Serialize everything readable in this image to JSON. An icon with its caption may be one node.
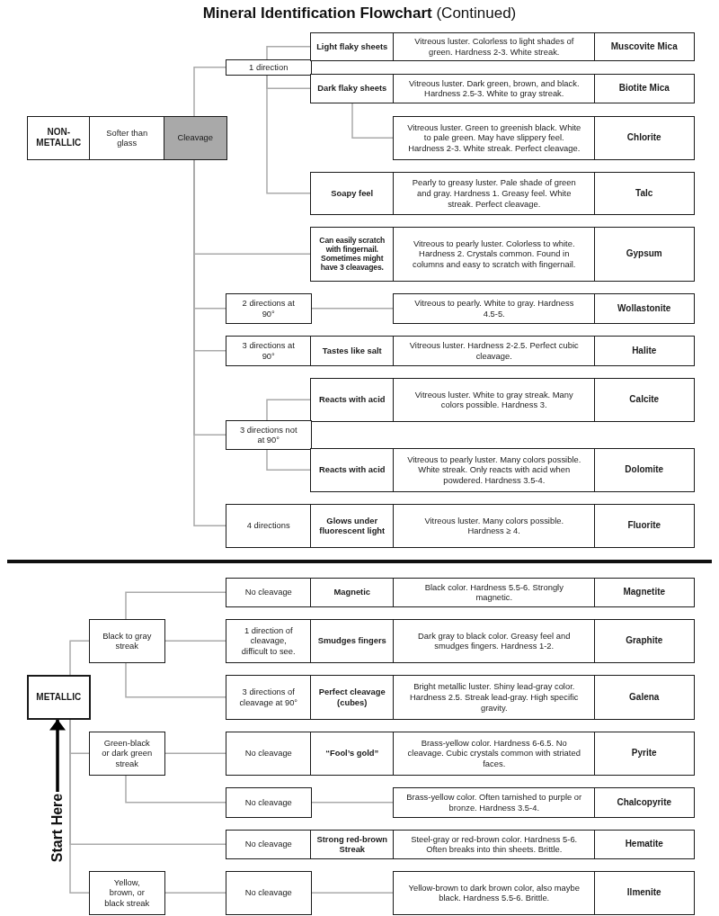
{
  "diagram": {
    "title": "**Mineral Identification Flowchart** (Continued)",
    "nodes": [
      {
        "text": [
          "NON-METALLIC"
        ]
      },
      {
        "text": [
          "Softer than glass"
        ]
      },
      {
        "text": [
          "Cleavage"
        ]
      },
      {
        "text": [
          "1 direction"
        ]
      },
      {
        "text": [
          "Light flaky sheets"
        ]
      },
      {
        "text": [
          "Vitreous luster. Colorless to light shades of green. Hardness 2-3. White streak."
        ]
      },
      {
        "text": [
          "Muscovite Mica"
        ]
      },
      {
        "text": [
          "Dark flaky sheets"
        ]
      },
      {
        "text": [
          "Vitreous luster. Dark green, brown, and black. Hardness 2.5-3. White to gray streak."
        ]
      },
      {
        "text": [
          "Biotite Mica"
        ]
      },
      {
        "text": [
          "Vitreous luster. Green to greenish black. White to pale green. May have slippery feel. Hardness 2-3. White streak. Perfect cleavage."
        ]
      },
      {
        "text": [
          "Chlorite"
        ]
      },
      {
        "text": [
          "Soapy feel"
        ]
      },
      {
        "text": [
          "Pearly to greasy luster. Pale shade of green and gray. Hardness 1. Greasy feel. White streak. Perfect cleavage."
        ]
      },
      {
        "text": [
          "Talc"
        ]
      },
      {
        "text": [
          "Can easily scratch with fingernail. Sometimes might have 3 cleavages."
        ]
      },
      {
        "text": [
          "Vitreous to pearly luster. Colorless to white. Hardness 2. Crystals common. Found in columns and easy to scratch with fingernail."
        ]
      },
      {
        "text": [
          "Gypsum"
        ]
      },
      {
        "text": [
          "2 directions at 90°"
        ]
      },
      {
        "text": [
          "Vitreous to pearly. White to gray. Hardness 4.5-5."
        ]
      },
      {
        "text": [
          "Wollastonite"
        ]
      },
      {
        "text": [
          "3 directions at 90°"
        ]
      },
      {
        "text": [
          "Tastes like salt"
        ]
      },
      {
        "text": [
          "Vitreous luster. Hardness 2-2.5. Perfect cubic cleavage."
        ]
      },
      {
        "text": [
          "Halite"
        ]
      },
      {
        "text": [
          "Reacts with acid"
        ]
      },
      {
        "text": [
          "Vitreous luster. White to gray streak. Many colors possible. Hardness 3."
        ]
      },
      {
        "text": [
          "Calcite"
        ]
      },
      {
        "text": [
          "3 directions not at 90°"
        ]
      },
      {
        "text": [
          "Reacts with acid"
        ]
      },
      {
        "text": [
          "Vitreous to pearly luster. Many colors possible. White streak. Only reacts with acid when powdered. Hardness 3.5-4."
        ]
      },
      {
        "text": [
          "Dolomite"
        ]
      },
      {
        "text": [
          "4 directions"
        ]
      },
      {
        "text": [
          "Glows under fluorescent light"
        ]
      },
      {
        "text": [
          "Vitreous luster. Many colors possible. Hardness ≥ 4."
        ]
      },
      {
        "text": [
          "Fluorite"
        ]
      },
      {
        "text": [
          "No cleavage"
        ]
      },
      {
        "text": [
          "Magnetic"
        ]
      },
      {
        "text": [
          "Black color. Hardness 5.5-6. Strongly magnetic."
        ]
      },
      {
        "text": [
          "Magnetite"
        ]
      },
      {
        "text": [
          "Black to gray streak"
        ]
      },
      {
        "text": [
          "1 direction of cleavage, difficult to see."
        ]
      },
      {
        "text": [
          "Smudges fingers"
        ]
      },
      {
        "text": [
          "Dark gray to black color. Greasy feel and smudges fingers. Hardness 1-2."
        ]
      },
      {
        "text": [
          "Graphite"
        ]
      },
      {
        "text": [
          "METALLIC"
        ]
      },
      {
        "text": [
          "3 directions of cleavage at 90°"
        ]
      },
      {
        "text": [
          "Perfect cleavage (cubes)"
        ]
      },
      {
        "text": [
          "Bright metallic luster. Shiny lead-gray color. Hardness 2.5. Streak lead-gray. High specific gravity."
        ]
      },
      {
        "text": [
          "Galena"
        ]
      },
      {
        "text": [
          "Green-black or dark green streak"
        ]
      },
      {
        "text": [
          "No cleavage"
        ]
      },
      {
        "text": [
          "“Fool’s gold”"
        ]
      },
      {
        "text": [
          "Brass-yellow color. Hardness 6-6.5. No cleavage. Cubic crystals common with striated faces."
        ]
      },
      {
        "text": [
          "Pyrite"
        ]
      },
      {
        "text": [
          "No cleavage"
        ]
      },
      {
        "text": [
          "Brass-yellow color. Often tarnished to purple or bronze. Hardness 3.5-4."
        ]
      },
      {
        "text": [
          "Chalcopyrite"
        ]
      },
      {
        "text": [
          "Start Here"
        ]
      },
      {
        "text": [
          "No cleavage"
        ]
      },
      {
        "text": [
          "Strong red-brown Streak"
        ]
      },
      {
        "text": [
          "Steel-gray or red-brown color. Hardness 5-6. Often breaks into thin sheets. Brittle."
        ]
      },
      {
        "text": [
          "Hematite"
        ]
      },
      {
        "text": [
          "Yellow, brown, or black streak"
        ]
      },
      {
        "text": [
          "No cleavage"
        ]
      },
      {
        "text": [
          "Yellow-brown to dark brown color, also maybe black. Hardness 5.5-6. Brittle."
        ]
      },
      {
        "text": [
          "Ilmenite"
        ]
      }
    ],
    "edges": [
      {
        "from": 2,
        "to": 3,
        "arrow": "none"
      },
      {
        "from": 3,
        "to": 4,
        "arrow": "none"
      },
      {
        "from": 3,
        "to": 7,
        "arrow": "none"
      },
      {
        "from": 3,
        "to": 12,
        "arrow": "none"
      },
      {
        "from": 7,
        "to": 10,
        "arrow": "none"
      },
      {
        "from": 2,
        "to": 15,
        "arrow": "none"
      },
      {
        "from": 2,
        "to": 18,
        "arrow": "none"
      },
      {
        "from": 18,
        "to": 19,
        "arrow": "none"
      },
      {
        "from": 2,
        "to": 21,
        "arrow": "none"
      },
      {
        "from": 2,
        "to": 28,
        "arrow": "none"
      },
      {
        "from": 28,
        "to": 25,
        "arrow": "none"
      },
      {
        "from": 28,
        "to": 29,
        "arrow": "none"
      },
      {
        "from": 2,
        "to": 32,
        "arrow": "none"
      },
      {
        "from": 45,
        "to": 40,
        "arrow": "none"
      },
      {
        "from": 45,
        "to": 50,
        "arrow": "none"
      },
      {
        "from": 45,
        "to": 59,
        "arrow": "none"
      },
      {
        "from": 45,
        "to": 63,
        "arrow": "none"
      },
      {
        "from": 40,
        "to": 36,
        "arrow": "none"
      },
      {
        "from": 40,
        "to": 41,
        "arrow": "none"
      },
      {
        "from": 40,
        "to": 46,
        "arrow": "none"
      },
      {
        "from": 50,
        "to": 51,
        "arrow": "none"
      },
      {
        "from": 50,
        "to": 55,
        "arrow": "none"
      },
      {
        "from": 55,
        "to": 56,
        "arrow": "none"
      },
      {
        "from": 63,
        "to": 64,
        "arrow": "none"
      },
      {
        "from": 64,
        "to": 65,
        "arrow": "none"
      },
      {
        "from": 58,
        "to": 45,
        "arrow": "to",
        "style": "thick",
        "color": "#000000"
      }
    ]
  }
}
